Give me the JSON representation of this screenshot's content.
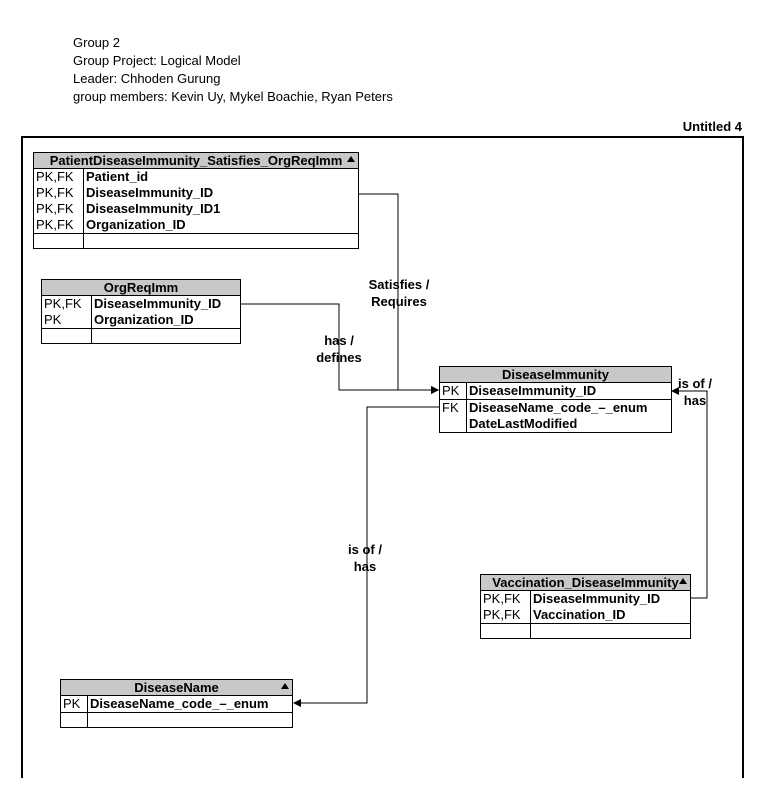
{
  "header": {
    "group": "Group 2",
    "project": "Group Project: Logical Model",
    "leader": "Leader: Chhoden Gurung",
    "members": "group members: Kevin Uy, Mykel Boachie, Ryan Peters"
  },
  "page_title": "Untitled 4",
  "entities": {
    "patient_disease": {
      "name": "PatientDiseaseImmunity_Satisfies_OrgReqImm",
      "rows": [
        {
          "keys": "PK,FK",
          "attr": "Patient_id"
        },
        {
          "keys": "PK,FK",
          "attr": "DiseaseImmunity_ID"
        },
        {
          "keys": "PK,FK",
          "attr": "DiseaseImmunity_ID1"
        },
        {
          "keys": "PK,FK",
          "attr": "Organization_ID"
        }
      ]
    },
    "org_req_imm": {
      "name": "OrgReqImm",
      "rows": [
        {
          "keys": "PK,FK",
          "attr": "DiseaseImmunity_ID"
        },
        {
          "keys": "PK",
          "attr": "Organization_ID"
        }
      ]
    },
    "disease_immunity": {
      "name": "DiseaseImmunity",
      "rows": [
        {
          "keys": "PK",
          "attr": "DiseaseImmunity_ID"
        },
        {
          "keys": "FK",
          "attr": "DiseaseName_code_–_enum"
        },
        {
          "keys": "",
          "attr": "DateLastModified"
        }
      ]
    },
    "vaccination": {
      "name": "Vaccination_DiseaseImmunity",
      "rows": [
        {
          "keys": "PK,FK",
          "attr": "DiseaseImmunity_ID"
        },
        {
          "keys": "PK,FK",
          "attr": "Vaccination_ID"
        }
      ]
    },
    "disease_name": {
      "name": "DiseaseName",
      "rows": [
        {
          "keys": "PK",
          "attr": "DiseaseName_code_–_enum"
        }
      ]
    }
  },
  "relationships": {
    "satisfies": {
      "line1": "Satisfies /",
      "line2": "Requires"
    },
    "has_defines": {
      "line1": "has /",
      "line2": "defines"
    },
    "is_of_has_right": {
      "line1": "is of /",
      "line2": "has"
    },
    "is_of_has_left": {
      "line1": "is of /",
      "line2": "has"
    }
  }
}
